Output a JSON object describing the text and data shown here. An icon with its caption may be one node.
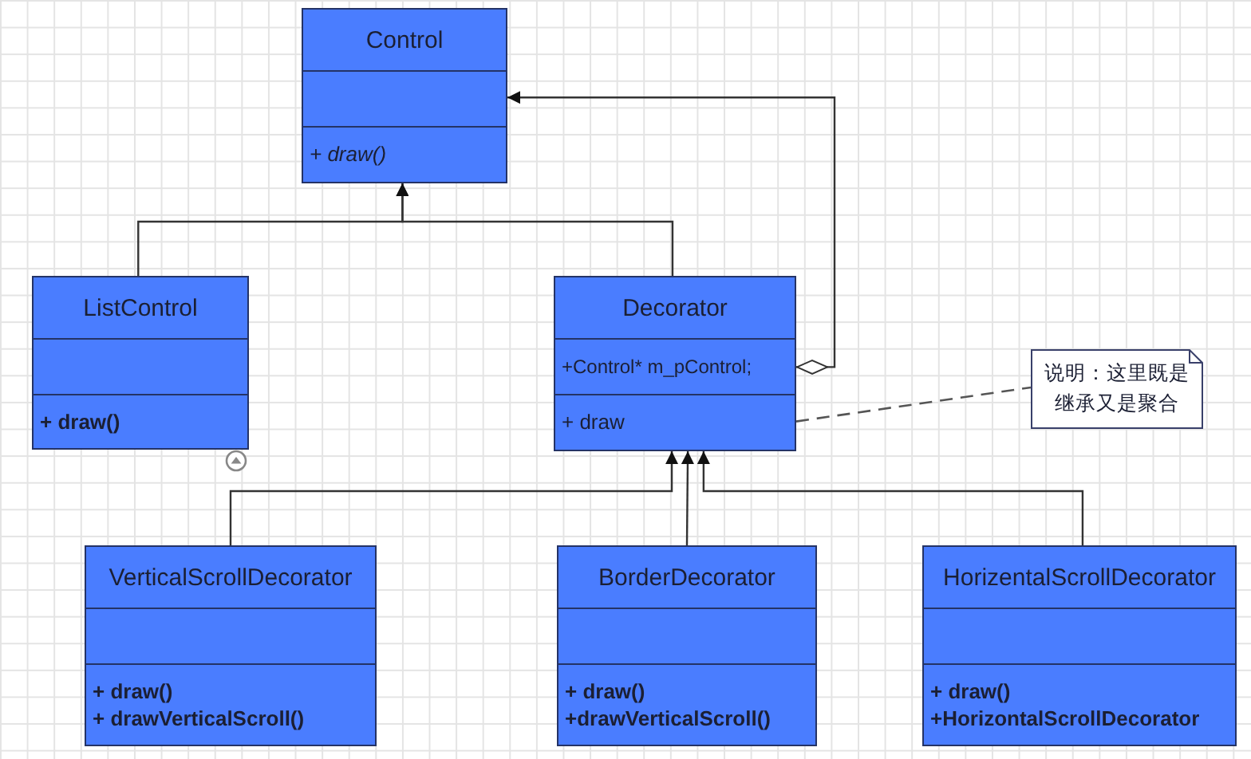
{
  "diagram": {
    "nodes": [
      {
        "text": [
          "Control",
          "+ draw()"
        ]
      },
      {
        "text": [
          "ListControl",
          "+ draw()"
        ]
      },
      {
        "text": [
          "Decorator",
          "+Control* m_pControl;",
          "+ draw"
        ]
      },
      {
        "text": [
          "VerticalScrollDecorator",
          "+ draw()",
          "+ drawVerticalScroll()"
        ]
      },
      {
        "text": [
          "BorderDecorator",
          "+ draw()",
          "+drawVerticalScroll()"
        ]
      },
      {
        "text": [
          "HorizentalScrollDecorator",
          "+ draw()",
          "+HorizontalScrollDecorator"
        ]
      },
      {
        "text": [
          "说明：这里既是继承又是聚合"
        ]
      }
    ],
    "edges": [
      {
        "from": 1,
        "to": 0,
        "arrow": "to"
      },
      {
        "from": 2,
        "to": 0,
        "arrow": "to"
      },
      {
        "from": 2,
        "to": 0,
        "arrow": "to"
      },
      {
        "from": 3,
        "to": 2,
        "arrow": "to"
      },
      {
        "from": 4,
        "to": 2,
        "arrow": "to"
      },
      {
        "from": 5,
        "to": 2,
        "arrow": "to"
      },
      {
        "from": 2,
        "to": 6,
        "arrow": "none",
        "style": "dashed"
      }
    ]
  }
}
